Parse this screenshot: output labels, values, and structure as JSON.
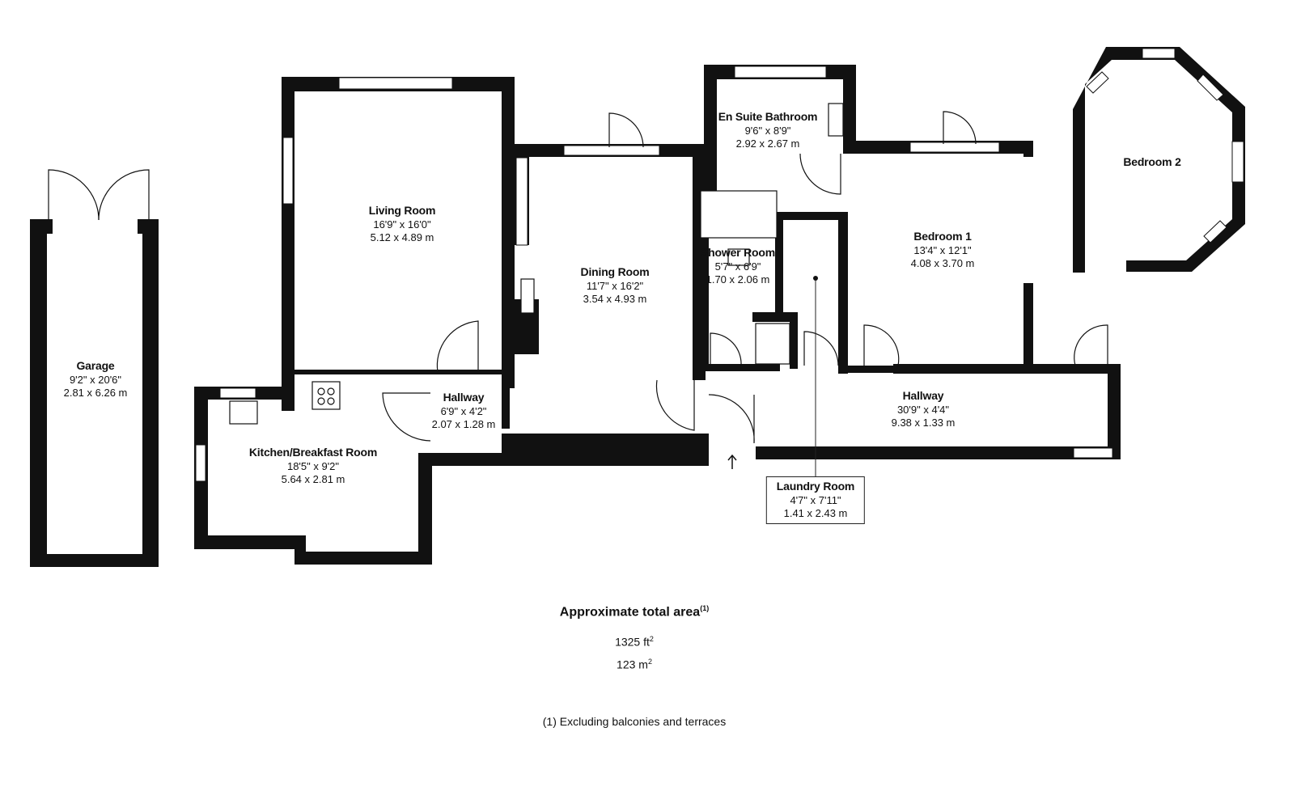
{
  "rooms": {
    "garage": {
      "name": "Garage",
      "imperial": "9'2\" x 20'6\"",
      "metric": "2.81 x 6.26 m"
    },
    "living_room": {
      "name": "Living Room",
      "imperial": "16'9\" x 16'0\"",
      "metric": "5.12 x 4.89 m"
    },
    "dining_room": {
      "name": "Dining Room",
      "imperial": "11'7\" x 16'2\"",
      "metric": "3.54 x 4.93 m"
    },
    "kitchen": {
      "name": "Kitchen/Breakfast Room",
      "imperial": "18'5\" x 9'2\"",
      "metric": "5.64 x 2.81 m"
    },
    "hallway_small": {
      "name": "Hallway",
      "imperial": "6'9\" x 4'2\"",
      "metric": "2.07 x 1.28 m"
    },
    "en_suite": {
      "name": "En Suite Bathroom",
      "imperial": "9'6\" x 8'9\"",
      "metric": "2.92 x 2.67 m"
    },
    "shower_room": {
      "name": "Shower Room",
      "imperial": "5'7\" x 6'9\"",
      "metric": "1.70 x 2.06 m"
    },
    "bedroom1": {
      "name": "Bedroom 1",
      "imperial": "13'4\" x 12'1\"",
      "metric": "4.08 x 3.70 m"
    },
    "bedroom2": {
      "name": "Bedroom 2"
    },
    "hallway_main": {
      "name": "Hallway",
      "imperial": "30'9\" x 4'4\"",
      "metric": "9.38 x 1.33 m"
    },
    "laundry": {
      "name": "Laundry Room",
      "imperial": "4'7\" x 7'11\"",
      "metric": "1.41 x 2.43 m"
    }
  },
  "summary": {
    "title": "Approximate total area",
    "title_note": "(1)",
    "area_ft_value": "1325 ft",
    "area_ft_unit_sup": "2",
    "area_m_value": "123 m",
    "area_m_unit_sup": "2",
    "footnote": "(1) Excluding balconies and terraces"
  },
  "icons": {
    "entrance": "arrow-up-icon"
  }
}
